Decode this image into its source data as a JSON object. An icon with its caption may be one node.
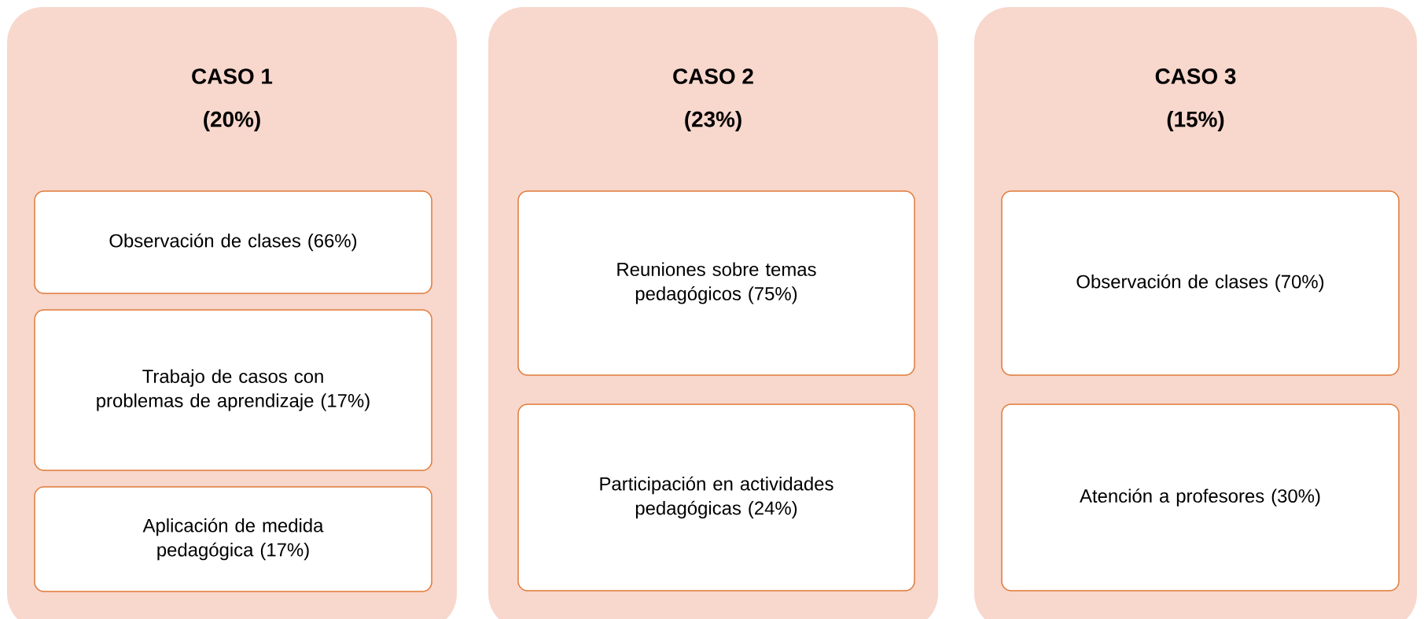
{
  "diagram": {
    "nodes": [
      {
        "text": [
          "CASO 1",
          "(20%)"
        ]
      },
      {
        "text": [
          "Observación de clases (66%)"
        ],
        "in": 0
      },
      {
        "text": [
          "Trabajo de casos con problemas de aprendizaje (17%)"
        ],
        "in": 0
      },
      {
        "text": [
          "Aplicación de medida pedagógica (17%)"
        ],
        "in": 0
      },
      {
        "text": [
          "CASO 2",
          "(23%)"
        ]
      },
      {
        "text": [
          "Reuniones sobre temas pedagógicos (75%)"
        ],
        "in": 4
      },
      {
        "text": [
          "Participación en actividades pedagógicas (24%)"
        ],
        "in": 4
      },
      {
        "text": [
          "CASO 3",
          "(15%)"
        ]
      },
      {
        "text": [
          "Observación de clases (70%)"
        ],
        "in": 7
      },
      {
        "text": [
          "Atención a profesores (30%)"
        ],
        "in": 7
      }
    ]
  }
}
